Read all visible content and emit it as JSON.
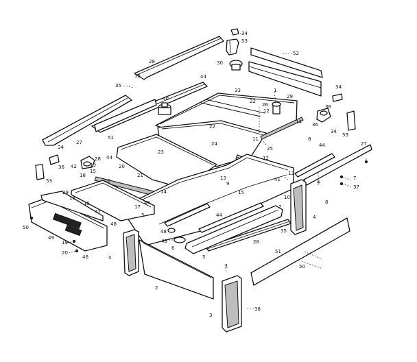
{
  "diagram": {
    "callouts": [
      {
        "id": "c34a",
        "text": "34"
      },
      {
        "id": "c53a",
        "text": "53"
      },
      {
        "id": "c52",
        "text": "52"
      },
      {
        "id": "c28a",
        "text": "28"
      },
      {
        "id": "c30",
        "text": "30"
      },
      {
        "id": "c36a",
        "text": "36"
      },
      {
        "id": "c44a",
        "text": "44"
      },
      {
        "id": "c35a",
        "text": "35"
      },
      {
        "id": "c33",
        "text": "33"
      },
      {
        "id": "c1a",
        "text": "1"
      },
      {
        "id": "c29a",
        "text": "29"
      },
      {
        "id": "c34b",
        "text": "34"
      },
      {
        "id": "c40",
        "text": "40"
      },
      {
        "id": "c22a",
        "text": "22"
      },
      {
        "id": "c26",
        "text": "26"
      },
      {
        "id": "c12a",
        "text": "12"
      },
      {
        "id": "c14a",
        "text": "14"
      },
      {
        "id": "c36b",
        "text": "36"
      },
      {
        "id": "c36c",
        "text": "36"
      },
      {
        "id": "c34c",
        "text": "34"
      },
      {
        "id": "c51a",
        "text": "51"
      },
      {
        "id": "c27a",
        "text": "27"
      },
      {
        "id": "c22b",
        "text": "22"
      },
      {
        "id": "c24",
        "text": "24"
      },
      {
        "id": "c11",
        "text": "11"
      },
      {
        "id": "c53b",
        "text": "53"
      },
      {
        "id": "c25",
        "text": "25"
      },
      {
        "id": "c8a",
        "text": "8"
      },
      {
        "id": "c12b",
        "text": "12"
      },
      {
        "id": "c44b",
        "text": "44"
      },
      {
        "id": "c27b",
        "text": "27"
      },
      {
        "id": "c34d",
        "text": "34"
      },
      {
        "id": "c36d",
        "text": "36"
      },
      {
        "id": "c42",
        "text": "42"
      },
      {
        "id": "c53c",
        "text": "53"
      },
      {
        "id": "c23",
        "text": "23"
      },
      {
        "id": "c28b",
        "text": "28"
      },
      {
        "id": "c44c",
        "text": "44"
      },
      {
        "id": "c20a",
        "text": "20"
      },
      {
        "id": "c19a",
        "text": "19"
      },
      {
        "id": "c15a",
        "text": "15"
      },
      {
        "id": "c18a",
        "text": "18"
      },
      {
        "id": "c21",
        "text": "21"
      },
      {
        "id": "c12c",
        "text": "12"
      },
      {
        "id": "c13",
        "text": "13"
      },
      {
        "id": "c9",
        "text": "9"
      },
      {
        "id": "c41",
        "text": "41"
      },
      {
        "id": "c15b",
        "text": "15"
      },
      {
        "id": "c10",
        "text": "10"
      },
      {
        "id": "c2a",
        "text": "2"
      },
      {
        "id": "c8b",
        "text": "8"
      },
      {
        "id": "c4a",
        "text": "4"
      },
      {
        "id": "c7",
        "text": "7"
      },
      {
        "id": "c37",
        "text": "37"
      },
      {
        "id": "c29b",
        "text": "29"
      },
      {
        "id": "c18b",
        "text": "18"
      },
      {
        "id": "c15c",
        "text": "15"
      },
      {
        "id": "c16",
        "text": "16"
      },
      {
        "id": "c17",
        "text": "17"
      },
      {
        "id": "c14b",
        "text": "14"
      },
      {
        "id": "c45",
        "text": "45"
      },
      {
        "id": "c47",
        "text": "47"
      },
      {
        "id": "c48a",
        "text": "48"
      },
      {
        "id": "c5a",
        "text": "5"
      },
      {
        "id": "c44d",
        "text": "44"
      },
      {
        "id": "c4b",
        "text": "4"
      },
      {
        "id": "c35b",
        "text": "35"
      },
      {
        "id": "c50a",
        "text": "50"
      },
      {
        "id": "c49",
        "text": "49"
      },
      {
        "id": "c19b",
        "text": "19"
      },
      {
        "id": "c20b",
        "text": "20"
      },
      {
        "id": "c46",
        "text": "46"
      },
      {
        "id": "c48b",
        "text": "48"
      },
      {
        "id": "c43",
        "text": "43"
      },
      {
        "id": "c6",
        "text": "6"
      },
      {
        "id": "c5b",
        "text": "5"
      },
      {
        "id": "c28c",
        "text": "28"
      },
      {
        "id": "c4c",
        "text": "4"
      },
      {
        "id": "c2b",
        "text": "2"
      },
      {
        "id": "c1b",
        "text": "1"
      },
      {
        "id": "c51b",
        "text": "51"
      },
      {
        "id": "c50b",
        "text": "50"
      },
      {
        "id": "c3",
        "text": "3"
      },
      {
        "id": "c38",
        "text": "38"
      }
    ]
  }
}
